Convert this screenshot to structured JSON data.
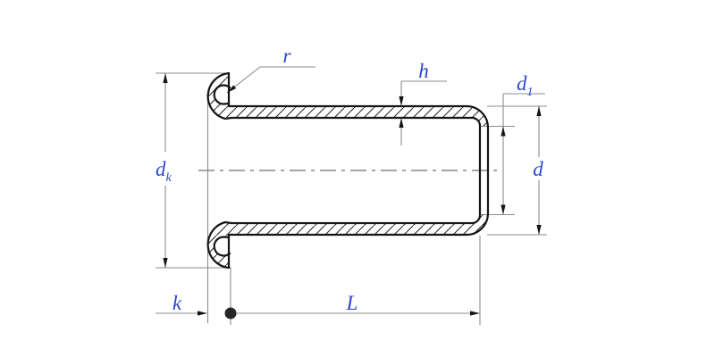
{
  "drawing": {
    "description": "Cross-section drawing of a tubular rivet (flanged eyelet) with dimension callouts",
    "labels": {
      "head_radius": {
        "main": "r"
      },
      "wall_thickness": {
        "main": "h"
      },
      "bore_diameter": {
        "main": "d",
        "sub": "1"
      },
      "head_diameter": {
        "main": "d",
        "sub": "k"
      },
      "shank_diameter": {
        "main": "d"
      },
      "head_height": {
        "main": "k"
      },
      "length": {
        "main": "L"
      }
    },
    "colors": {
      "label_blue": "#2946d0",
      "object_line": "#141414",
      "hatch_line": "#2a2a2a",
      "dimension_line": "#8c8c8c",
      "centerline": "#6e6e6e",
      "background": "#ffffff"
    }
  }
}
